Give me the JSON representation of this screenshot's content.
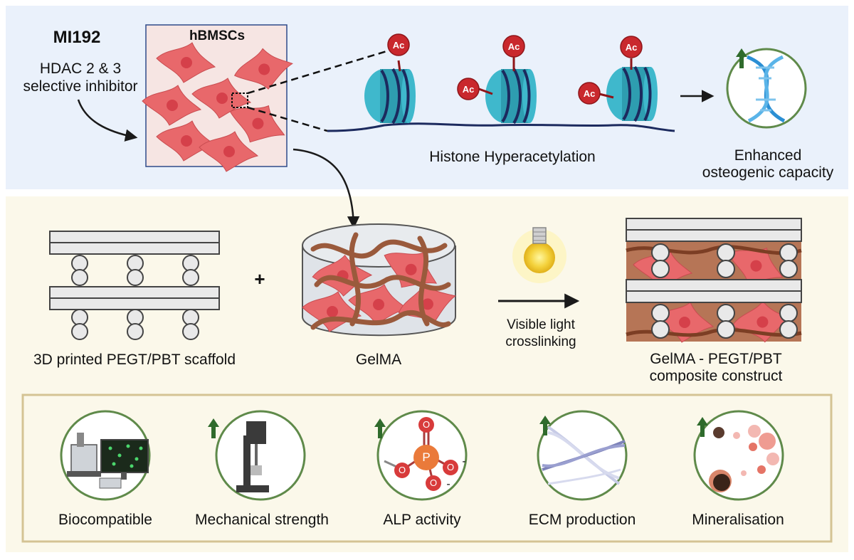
{
  "colors": {
    "top_panel_bg": "#eaf1fb",
    "bottom_panel_bg": "#fbf8ea",
    "cell": "#e8686b",
    "nucleosome": "#3fb8cc",
    "acetyl": "#c9282d",
    "up_arrow": "#2f6b2c",
    "circle_border": "#5f8a4a",
    "box_border": "#d4c394"
  },
  "top": {
    "drug_name": "MI192",
    "drug_line1": "HDAC 2 & 3",
    "drug_line2": "selective inhibitor",
    "cell_box_title": "hBMSCs",
    "acetyl_tag": "Ac",
    "histone_label": "Histone Hyperacetylation",
    "outcome_line1": "Enhanced",
    "outcome_line2": "osteogenic capacity"
  },
  "middle": {
    "plus": "+",
    "scaffold_label": "3D printed PEGT/PBT scaffold",
    "gelma_label": "GelMA",
    "light_line1": "Visible light",
    "light_line2": "crosslinking",
    "composite_line1": "GelMA - PEGT/PBT",
    "composite_line2": "composite construct"
  },
  "outcomes": [
    {
      "label": "Biocompatible",
      "icon": "microscope-icon",
      "up": false
    },
    {
      "label": "Mechanical strength",
      "icon": "mechanical-tester-icon",
      "up": true
    },
    {
      "label": "ALP activity",
      "icon": "phosphate-molecule-icon",
      "up": true
    },
    {
      "label": "ECM production",
      "icon": "collagen-fibers-icon",
      "up": true
    },
    {
      "label": "Mineralisation",
      "icon": "mineral-nodules-icon",
      "up": true
    }
  ],
  "phosphate": {
    "center": "P",
    "oxygen": "O",
    "minus": "-"
  }
}
